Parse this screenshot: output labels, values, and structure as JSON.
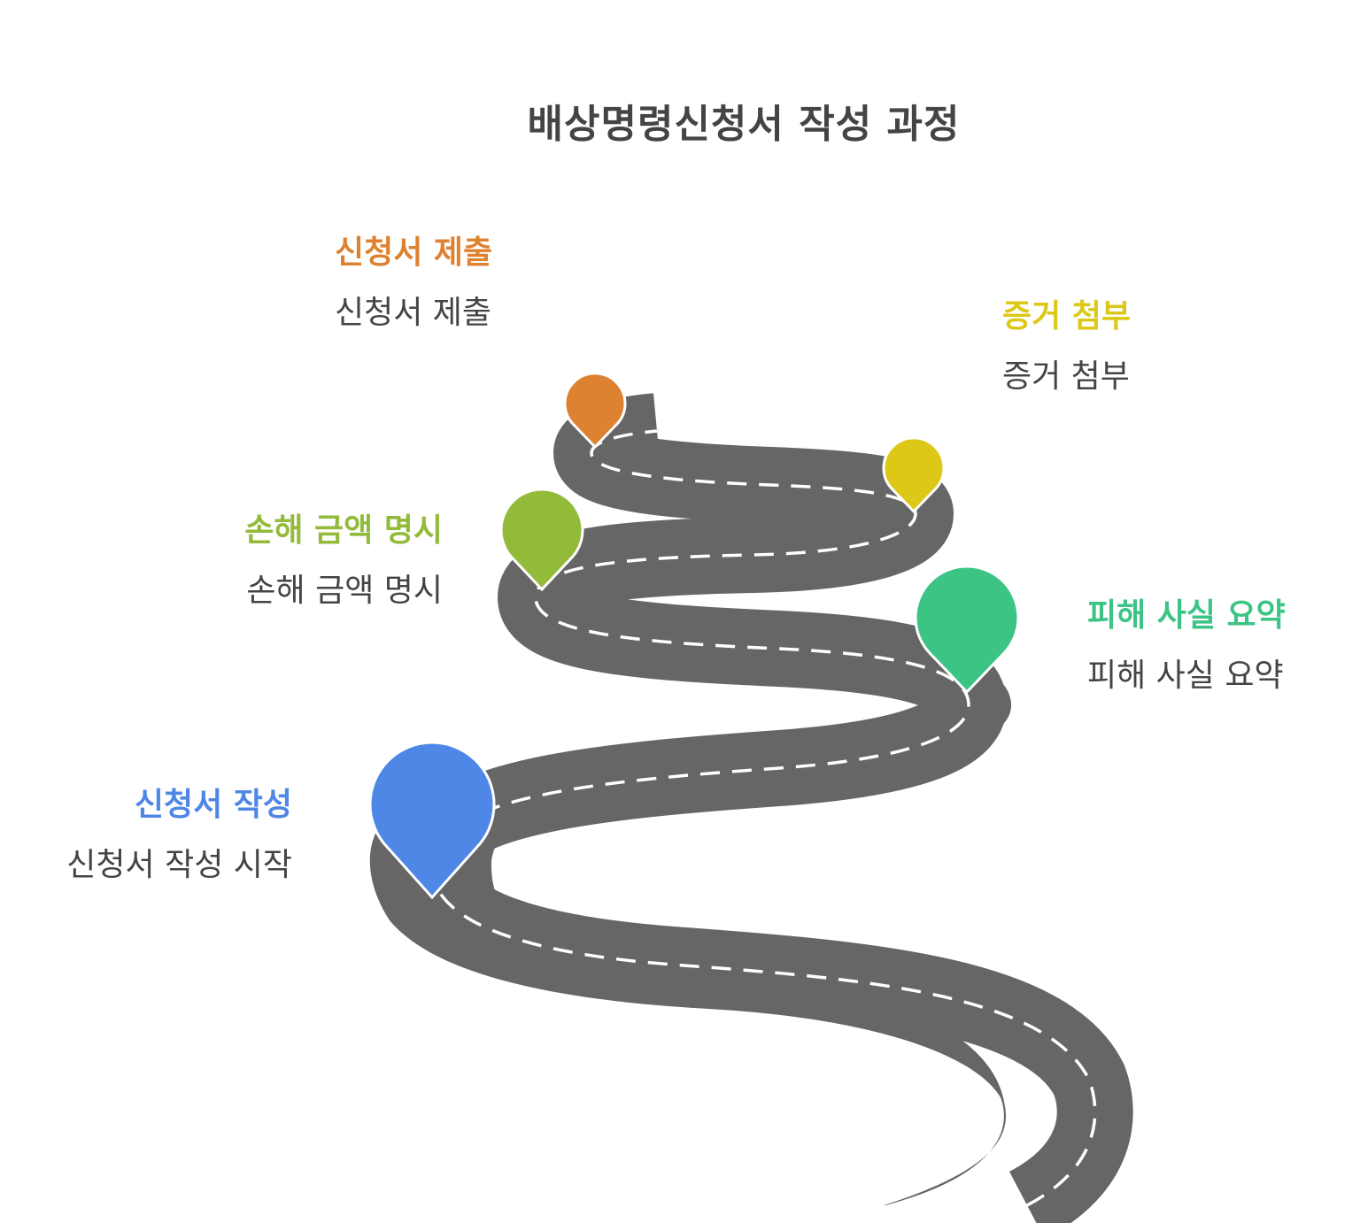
{
  "title": "배상명령신청서 작성 과정",
  "steps": [
    {
      "heading": "신청서 작성",
      "description": "신청서 작성 시작",
      "color": "#4F87E6"
    },
    {
      "heading": "피해 사실 요약",
      "description": "피해 사실 요약",
      "color": "#3CC484"
    },
    {
      "heading": "손해 금액 명시",
      "description": "손해 금액 명시",
      "color": "#93BB3A"
    },
    {
      "heading": "증거 첨부",
      "description": "증거 첨부",
      "color": "#DDC817"
    },
    {
      "heading": "신청서 제출",
      "description": "신청서 제출",
      "color": "#DD8230"
    }
  ],
  "road_color": "#666666",
  "lane_color": "#ffffff"
}
